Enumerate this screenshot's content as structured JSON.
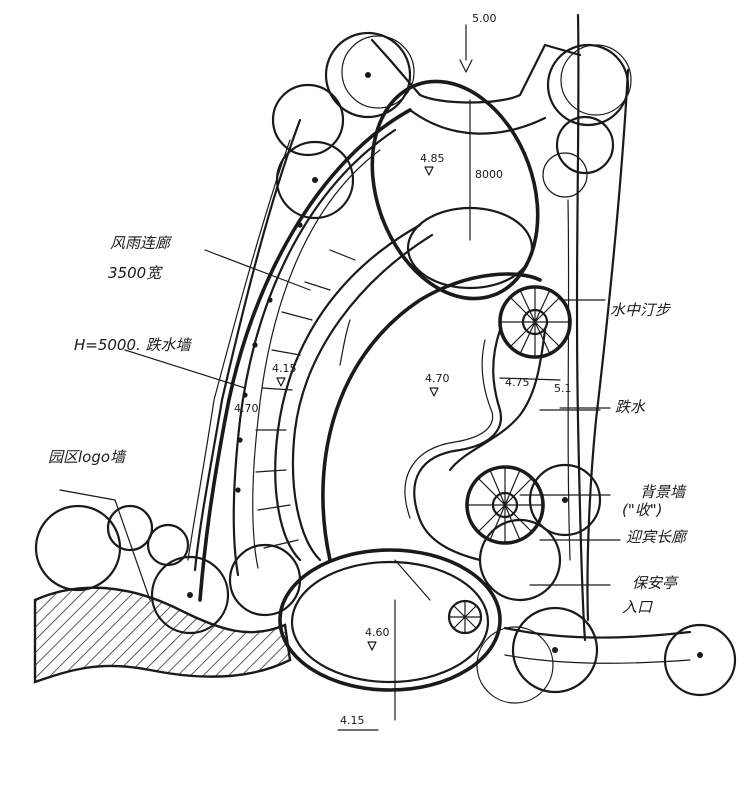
{
  "colors": {
    "ink": "#1a1a1a",
    "paper": "#ffffff",
    "hatch": "#333333"
  },
  "labels": {
    "wind_rain_corridor": "风雨连廊",
    "corridor_width": "3500宽",
    "wall_height": "H=5000. 跌水墙",
    "logo_wall": "园区logo墙",
    "water_stepping": "水中汀步",
    "drop_water": "跌水",
    "feature_wall": "背景墙",
    "feature_wall_note": "(\"收\")",
    "welcome_corridor": "迎宾长廊",
    "security_booth": "保安亭",
    "entrance": "入口"
  },
  "elevations": {
    "top": "5.00",
    "plaza_top": "4.85",
    "dim_top": "8000",
    "center": "4.70",
    "left_mid": "4.15",
    "left_lower": "4.70",
    "right_step": "4.75",
    "right_water": "5.1",
    "bottom_oval": "4.60",
    "bottom": "4.15"
  }
}
